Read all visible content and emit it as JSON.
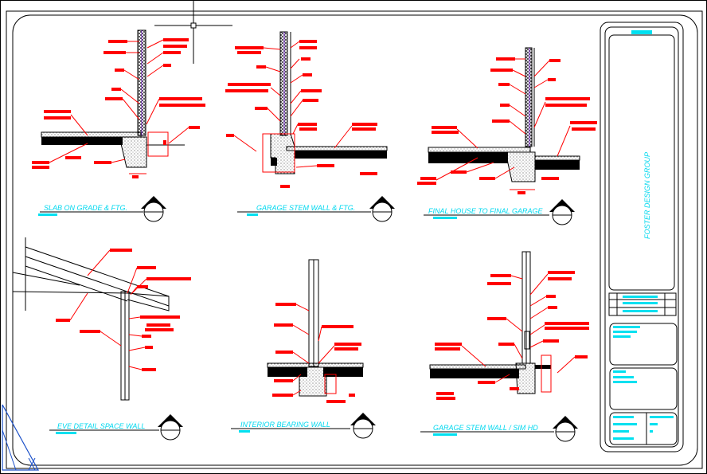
{
  "title_block": {
    "firm": "FOSTER DESIGN GROUP"
  },
  "details": [
    {
      "title": "SLAB ON GRADE & FTG."
    },
    {
      "title": "GARAGE STEM WALL & FTG."
    },
    {
      "title": "FINAL HOUSE TO FINAL GARAGE"
    },
    {
      "title": "EVE DETAIL SPACE WALL"
    },
    {
      "title": "INTERIOR BEARING WALL"
    },
    {
      "title": "GARAGE STEM WALL / SIM HD"
    }
  ],
  "colors": {
    "annotation": "#ff0000",
    "titles": "#00d8ef",
    "ucs_icon": "#1a4fc8"
  }
}
